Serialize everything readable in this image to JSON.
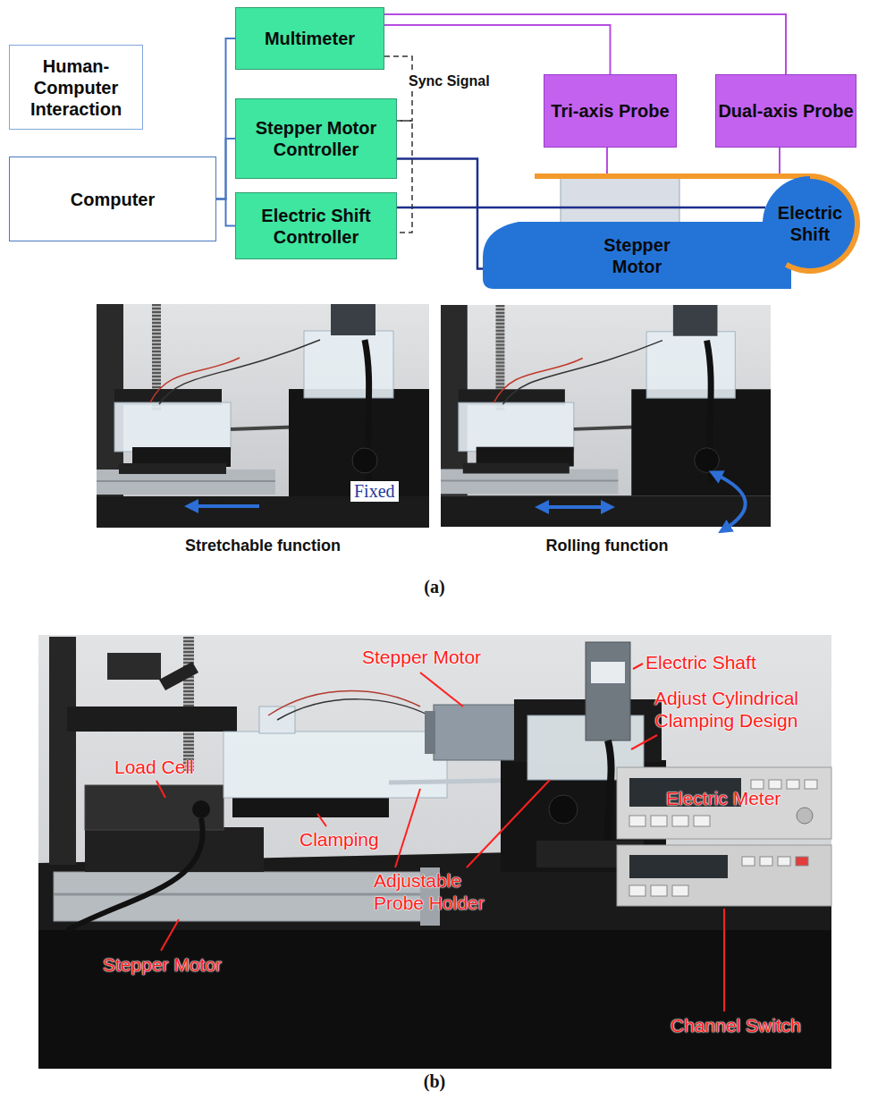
{
  "diagram": {
    "nodes": [
      {
        "text": [
          "Human-Computer Interaction"
        ]
      },
      {
        "text": [
          "Computer"
        ]
      },
      {
        "text": [
          "Multimeter"
        ]
      },
      {
        "text": [
          "Stepper Motor Controller"
        ]
      },
      {
        "text": [
          "Electric Shift Controller"
        ]
      },
      {
        "text": [
          "Tri-axis Probe"
        ]
      },
      {
        "text": [
          "Dual-axis Probe"
        ]
      },
      {
        "text": [
          "Stepper Motor"
        ]
      },
      {
        "text": [
          "Electric Shift"
        ]
      }
    ],
    "edges": [
      {
        "from": 1,
        "to": 2,
        "arrow": "none"
      },
      {
        "from": 1,
        "to": 3,
        "arrow": "none"
      },
      {
        "from": 1,
        "to": 4,
        "arrow": "none"
      },
      {
        "from": 2,
        "to": 5,
        "arrow": "none"
      },
      {
        "from": 2,
        "to": 6,
        "arrow": "none"
      },
      {
        "from": 3,
        "to": 7,
        "arrow": "none"
      },
      {
        "from": 4,
        "to": 8,
        "arrow": "none"
      },
      {
        "from": 2,
        "to": 3,
        "arrow": "none",
        "label": "Sync Signal"
      },
      {
        "from": 3,
        "to": 4,
        "arrow": "none"
      }
    ],
    "labels": [
      "Fixed",
      "Stretchable function",
      "Rolling function",
      "(a)",
      "Stepper Motor",
      "Electric Shaft",
      "Adjust Cylindrical Clamping Design",
      "Load Cell",
      "Electric Meter",
      "Clamping",
      "Adjustable Probe Holder",
      "Stepper Motor",
      "Channel Switch",
      "(b)"
    ]
  }
}
